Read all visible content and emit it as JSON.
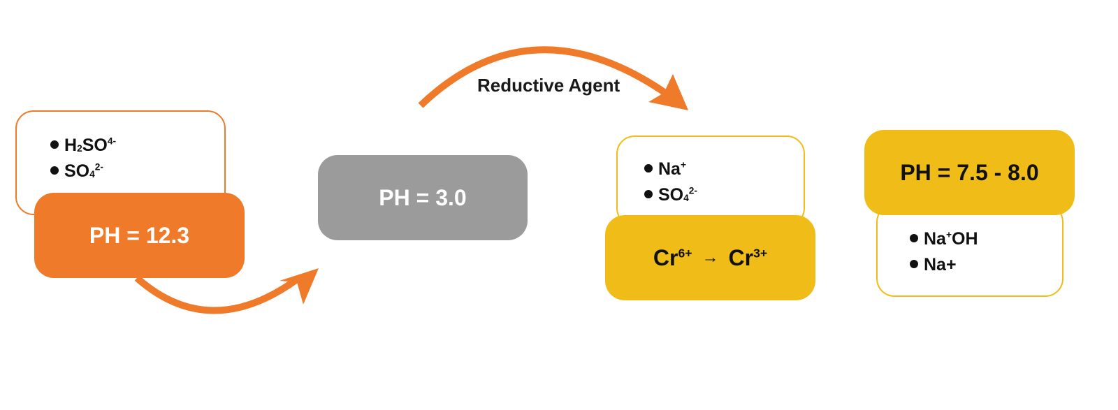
{
  "colors": {
    "orange": "#ef7a29",
    "gray": "#9b9b9b",
    "yellow": "#f0bd18",
    "text_dark": "#111111",
    "text_light": "#ffffff"
  },
  "stages": [
    {
      "id": "stage-1",
      "ph_label": "PH = 12.3",
      "species": [
        {
          "base": "H",
          "sub": "2",
          "mid": "SO",
          "sup": "4-"
        },
        {
          "base": "SO",
          "sub": "4",
          "mid": "",
          "sup": "2-"
        }
      ]
    },
    {
      "id": "stage-2",
      "ph_label": "PH = 3.0"
    },
    {
      "id": "stage-3",
      "reaction": {
        "from_base": "Cr",
        "from_sup": "6+",
        "arrow": "→",
        "to_base": "Cr",
        "to_sup": "3+"
      },
      "species": [
        {
          "base": "Na",
          "sub": "",
          "mid": "",
          "sup": "+"
        },
        {
          "base": "SO",
          "sub": "4",
          "mid": "",
          "sup": "2-"
        }
      ]
    },
    {
      "id": "stage-4",
      "ph_label": "PH = 7.5 - 8.0",
      "species": [
        {
          "base": "Na",
          "sup": "+",
          "after": "OH"
        },
        {
          "base": "Na+",
          "sup": "",
          "after": ""
        }
      ]
    }
  ],
  "arrows": [
    {
      "from": "stage-1",
      "to": "stage-2",
      "label": ""
    },
    {
      "from": "stage-2",
      "to": "stage-3",
      "label": "Reductive Agent"
    }
  ]
}
